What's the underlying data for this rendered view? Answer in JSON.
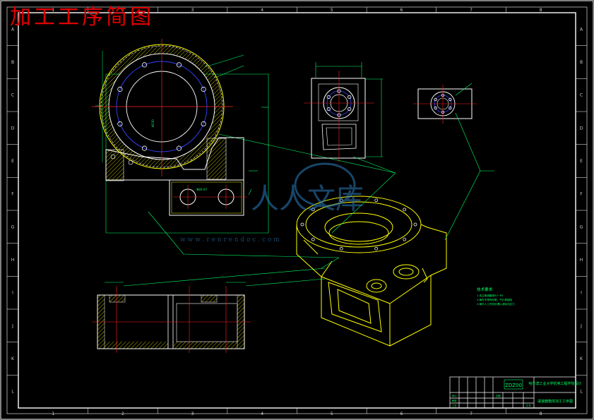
{
  "drawing": {
    "title": "加工工序简图",
    "border_columns": [
      "1",
      "2",
      "3",
      "4",
      "5",
      "6",
      "7",
      "8"
    ],
    "border_rows": [
      "A",
      "B",
      "C",
      "D",
      "E",
      "F",
      "G",
      "H",
      "I",
      "J",
      "K",
      "L"
    ],
    "watermark": {
      "brand": "人人文库",
      "url": "w w w . r e n r e n d o c . c o m"
    },
    "notes": {
      "heading": "技术要求:",
      "lines": [
        "1.未注铸造圆角R3~R5",
        "2.铸件不得有砂眼、气孔等缺陷",
        "3.铸件人工时效处理以消除内应力"
      ]
    },
    "title_block": {
      "part_code": "ZDZ00",
      "school": "哈尔滨工业大学机电工程学院设计",
      "drawing_name": "减速器箱体加工工序图",
      "scale": "1:4",
      "cells": [
        "设计",
        "审核",
        "工艺",
        "日期"
      ]
    },
    "colors": {
      "background": "#000000",
      "border": "#ffffff",
      "dimension": "#00ff66",
      "outline": "#ffff00",
      "center_line": "#ff2020",
      "bolt_circle": "#3344ff",
      "hatch": "#ffff00",
      "title": "#e00000"
    }
  }
}
